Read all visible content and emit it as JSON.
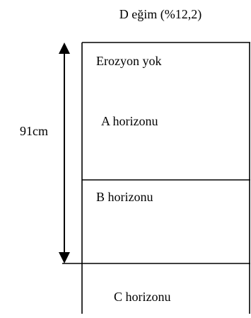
{
  "title": "D eğim (%12,2)",
  "depth_label": "91cm",
  "horizons": {
    "A": {
      "note": "Erozyon yok",
      "label": "A horizonu"
    },
    "B": {
      "label": "B horizonu"
    },
    "C": {
      "label": "C horizonu"
    }
  },
  "colors": {
    "line": "#000000",
    "background": "#ffffff"
  }
}
